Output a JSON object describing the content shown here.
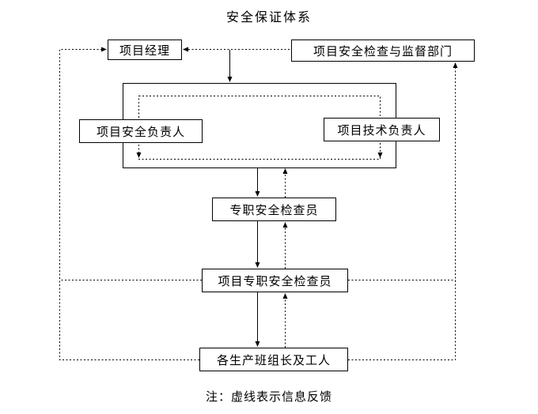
{
  "title": "安全保证体系",
  "note": "注：虚线表示信息反馈",
  "nodes": {
    "project_manager": "项目经理",
    "supervision_dept": "项目安全检查与监督部门",
    "safety_leader": "项目安全负责人",
    "tech_leader": "项目技术负责人",
    "safety_inspector": "专职安全检查员",
    "project_safety_inspector": "项目专职安全检查员",
    "workers": "各生产班组长及工人"
  },
  "edges": [
    {
      "from": "supervision_dept",
      "to": "project_manager",
      "style": "dashed"
    },
    {
      "from": "project_manager",
      "to": "safety_org_group",
      "style": "solid"
    },
    {
      "from": "safety_org_group",
      "to": "safety_inspector",
      "style": "solid"
    },
    {
      "from": "safety_inspector",
      "to": "safety_org_group",
      "style": "dashed"
    },
    {
      "from": "safety_inspector",
      "to": "project_safety_inspector",
      "style": "solid"
    },
    {
      "from": "project_safety_inspector",
      "to": "safety_inspector",
      "style": "dashed"
    },
    {
      "from": "project_safety_inspector",
      "to": "workers",
      "style": "solid"
    },
    {
      "from": "workers",
      "to": "project_safety_inspector",
      "style": "dashed"
    },
    {
      "from": "workers",
      "to": "project_manager",
      "style": "dashed"
    },
    {
      "from": "project_safety_inspector",
      "to": "project_manager",
      "style": "dashed"
    },
    {
      "from": "workers",
      "to": "supervision_dept",
      "style": "dashed"
    },
    {
      "from": "project_safety_inspector",
      "to": "supervision_dept",
      "style": "dashed"
    }
  ],
  "legend": {
    "dashed_meaning": "信息反馈",
    "line_color": "#000000",
    "box_background": "#ffffff"
  }
}
